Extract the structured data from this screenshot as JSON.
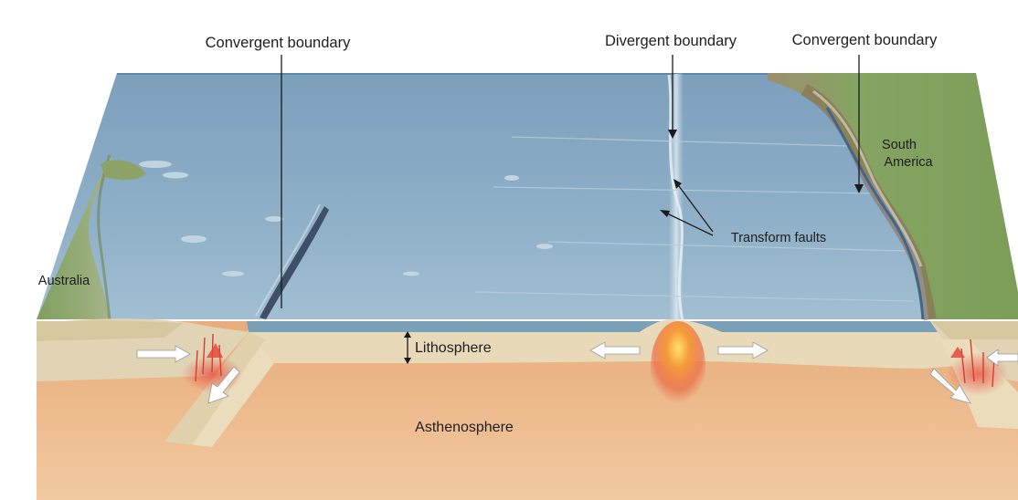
{
  "diagram": {
    "labels": {
      "convergent_left": "Convergent boundary",
      "divergent": "Divergent boundary",
      "convergent_right": "Convergent boundary",
      "south_america_line1": "South",
      "south_america_line2": "America",
      "australia": "Australia",
      "transform_faults": "Transform faults",
      "lithosphere": "Lithosphere",
      "asthenosphere": "Asthenosphere"
    },
    "colors": {
      "ocean": "#8fb0c8",
      "land": "#8fa86a",
      "lithosphere": "#e8d9b8",
      "asthenosphere": "#e9b384",
      "magma": "#f07a3a"
    }
  }
}
